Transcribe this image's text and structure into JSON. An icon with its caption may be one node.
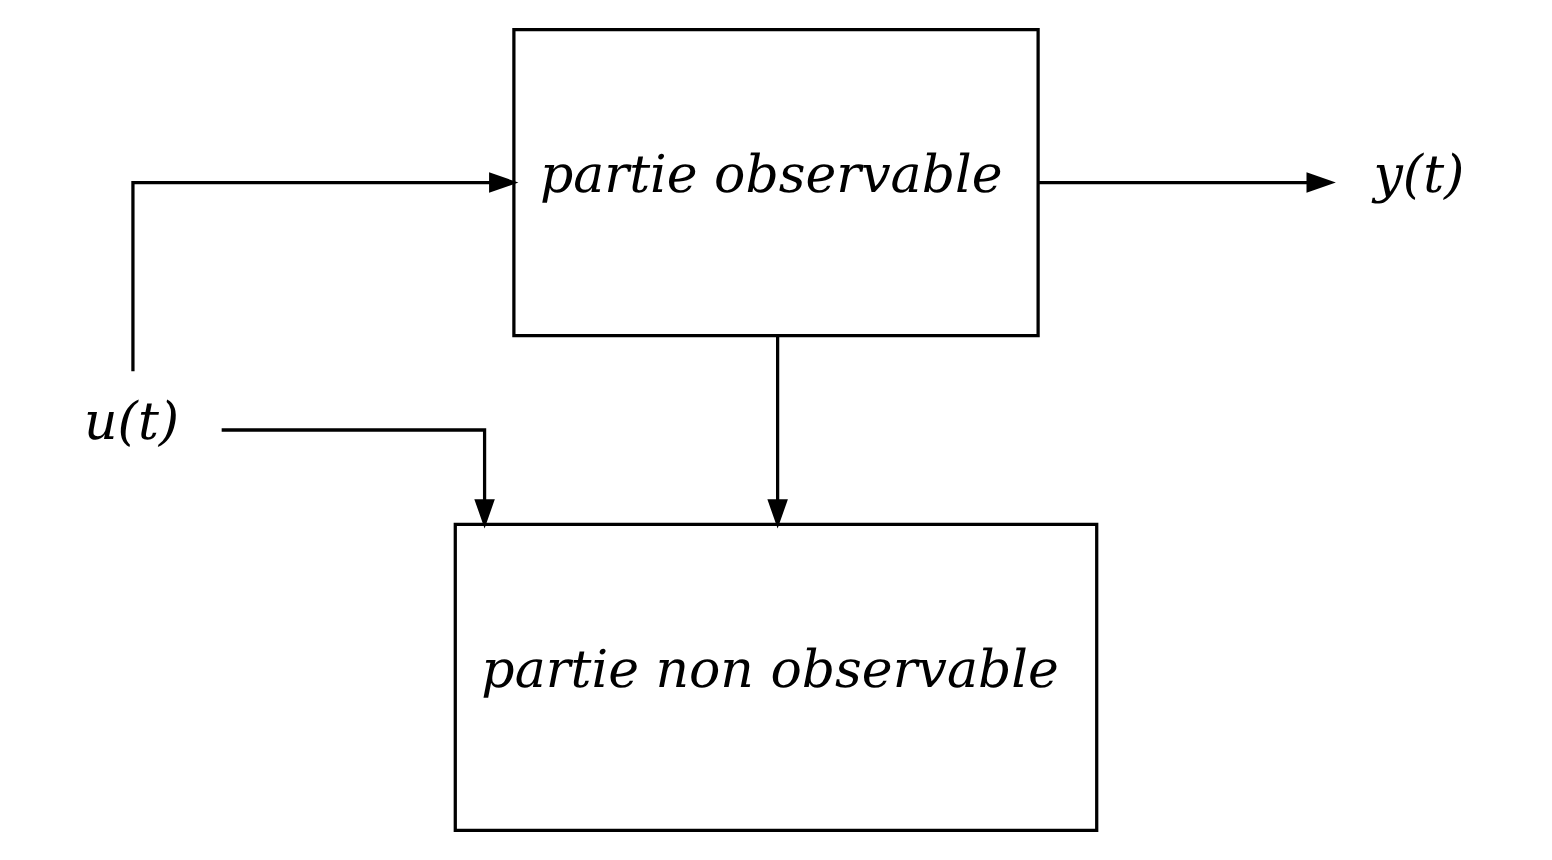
{
  "diagram": {
    "nodes": [
      {
        "text": [
          "u(t)"
        ]
      },
      {
        "text": [
          "partie observable"
        ]
      },
      {
        "text": [
          "y(t)"
        ]
      },
      {
        "text": [
          "partie non observable"
        ]
      }
    ],
    "edges": [
      {
        "from": 0,
        "to": 1,
        "arrow": "to"
      },
      {
        "from": 1,
        "to": 2,
        "arrow": "to"
      },
      {
        "from": 1,
        "to": 3,
        "arrow": "to"
      },
      {
        "from": 0,
        "to": 3,
        "arrow": "to"
      }
    ]
  }
}
